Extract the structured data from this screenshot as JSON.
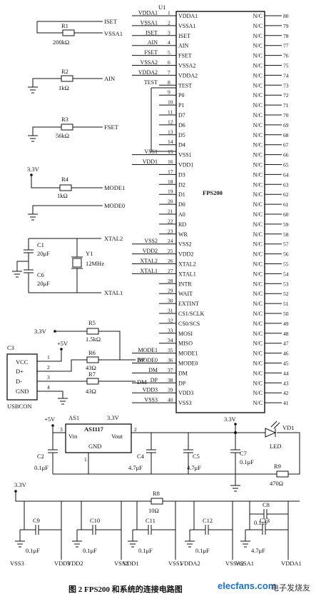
{
  "chip": {
    "ref": "U1",
    "name": "FPS200",
    "left_pins": [
      {
        "num": "1",
        "name": "VDDA1"
      },
      {
        "num": "2",
        "name": "VSSA1"
      },
      {
        "num": "3",
        "name": "ISET"
      },
      {
        "num": "4",
        "name": "AIN"
      },
      {
        "num": "5",
        "name": "FSET"
      },
      {
        "num": "6",
        "name": "VSSA2"
      },
      {
        "num": "7",
        "name": "VDDA2"
      },
      {
        "num": "8",
        "name": "TEST"
      },
      {
        "num": "9",
        "name": "P0"
      },
      {
        "num": "10",
        "name": "P1"
      },
      {
        "num": "11",
        "name": "D7"
      },
      {
        "num": "12",
        "name": "D6"
      },
      {
        "num": "13",
        "name": "D5"
      },
      {
        "num": "14",
        "name": "D4"
      },
      {
        "num": "15",
        "name": "VSS1"
      },
      {
        "num": "16",
        "name": "VDD1"
      },
      {
        "num": "17",
        "name": "D3"
      },
      {
        "num": "18",
        "name": "D2"
      },
      {
        "num": "19",
        "name": "D1"
      },
      {
        "num": "20",
        "name": "D0"
      },
      {
        "num": "21",
        "name": "A0"
      },
      {
        "num": "22",
        "name": "RD"
      },
      {
        "num": "23",
        "name": "WR"
      },
      {
        "num": "24",
        "name": "VSS2"
      },
      {
        "num": "25",
        "name": "VDD2"
      },
      {
        "num": "26",
        "name": "XTAL2"
      },
      {
        "num": "27",
        "name": "XTAL1"
      },
      {
        "num": "28",
        "name": "INTR"
      },
      {
        "num": "29",
        "name": "WAIT"
      },
      {
        "num": "30",
        "name": "EXTINT"
      },
      {
        "num": "31",
        "name": "CS1/SCLK"
      },
      {
        "num": "32",
        "name": "CS0/SCS"
      },
      {
        "num": "33",
        "name": "MOSI"
      },
      {
        "num": "34",
        "name": "MISO"
      },
      {
        "num": "35",
        "name": "MODE1"
      },
      {
        "num": "36",
        "name": "MODE0"
      },
      {
        "num": "37",
        "name": "DM"
      },
      {
        "num": "38",
        "name": "DP"
      },
      {
        "num": "39",
        "name": "VDD3"
      },
      {
        "num": "40",
        "name": "VSS3"
      }
    ],
    "right_pin_name": "N/C",
    "right_pin_numbers": [
      "80",
      "79",
      "78",
      "77",
      "76",
      "75",
      "74",
      "73",
      "72",
      "71",
      "70",
      "69",
      "68",
      "67",
      "66",
      "65",
      "64",
      "63",
      "62",
      "61",
      "60",
      "59",
      "58",
      "57",
      "56",
      "55",
      "54",
      "53",
      "52",
      "51",
      "50",
      "49",
      "48",
      "47",
      "46",
      "45",
      "44",
      "43",
      "42",
      "41"
    ],
    "net_labels": {
      "1": "VDDA1",
      "2": "VSSA1",
      "3": "ISET",
      "4": "AIN",
      "5": "FSET",
      "6": "VSSA2",
      "7": "VDDA2",
      "8": "TEST",
      "15": "VSS1",
      "16": "VDD1",
      "24": "VSS2",
      "25": "VDD2",
      "26": "XTAL2",
      "27": "XTAL1",
      "35": "MODE1",
      "36": "MODE0",
      "37": "DM",
      "38": "DP",
      "39": "VDD3",
      "40": "VSS3"
    }
  },
  "left_circuits": {
    "r1": {
      "ref": "R1",
      "value": "200kΩ",
      "net_top": "ISET",
      "net_right": "VSSA1"
    },
    "r2": {
      "ref": "R2",
      "value": "1kΩ",
      "net": "AIN"
    },
    "r3": {
      "ref": "R3",
      "value": "56kΩ",
      "net": "FSET"
    },
    "r4": {
      "ref": "R4",
      "value": "1kΩ",
      "supply": "3.3V",
      "net": "MODE1"
    },
    "mode0": {
      "net": "MODE0"
    },
    "crystal": {
      "c1_ref": "C1",
      "c1_value": "20μF",
      "c6_ref": "C6",
      "c6_value": "20μF",
      "y_ref": "Y1",
      "y_value": "12MHz",
      "net_top": "XTAL2",
      "net_bottom": "XTAL1"
    }
  },
  "usb": {
    "ref": "C3",
    "name": "USBCON",
    "pins": [
      "VCC",
      "D+",
      "D-",
      "GND"
    ],
    "pin_numbers": [
      "1",
      "2",
      "3",
      "4"
    ],
    "supply_3v3": "3.3V",
    "supply_5v": "+5V",
    "r5": {
      "ref": "R5",
      "value": "1.5kΩ"
    },
    "r6": {
      "ref": "R6",
      "value": "43Ω"
    },
    "r7": {
      "ref": "R7",
      "value": "43Ω"
    },
    "net_dp": "DP",
    "net_dm": "DM"
  },
  "regulator": {
    "ref": "AS1",
    "part": "AS1117",
    "out_label": "3.3V",
    "in_label": "+5V",
    "pin_vin": "Vin",
    "pin_vout": "Vout",
    "pin_gnd": "GND",
    "pin3": "3",
    "pin2": "2",
    "pin1": "1",
    "c2": {
      "ref": "C2",
      "value": "0.1μF"
    },
    "c4": {
      "ref": "C4",
      "value": "4.7μF"
    },
    "c5": {
      "ref": "C5",
      "value": "4.7μF"
    },
    "c7": {
      "ref": "C7",
      "value": "0.1μF"
    },
    "rail_label": "3.3V",
    "led_ref": "VD1",
    "led_label": "LED",
    "r9": {
      "ref": "R9",
      "value": "470Ω"
    }
  },
  "decoupling": {
    "supply": "3.3V",
    "r8": {
      "ref": "R8",
      "value": "10Ω"
    },
    "caps": [
      {
        "ref": "C9",
        "value": "0.1μF",
        "net_left": "VSS3",
        "net_right": "VDD3"
      },
      {
        "ref": "C10",
        "value": "0.1μF",
        "net_left": "VDD2",
        "net_right": "VSS2"
      },
      {
        "ref": "C11",
        "value": "0.1μF",
        "net_left": "VDD1",
        "net_right": "VSS1"
      },
      {
        "ref": "C12",
        "value": "0.1μF",
        "net_left": "VDDA2",
        "net_right": "VSSA2"
      },
      {
        "ref": "C13",
        "value": "4.7μF",
        "net_left": "VSSA1",
        "net_right": "VDDA1"
      }
    ],
    "c8": {
      "ref": "C8",
      "value": "0.1μF"
    }
  },
  "caption": "图 2   FPS200 和系统的连接电路图",
  "watermark": "elecfans.com",
  "watermark_cn": "电子发烧友"
}
